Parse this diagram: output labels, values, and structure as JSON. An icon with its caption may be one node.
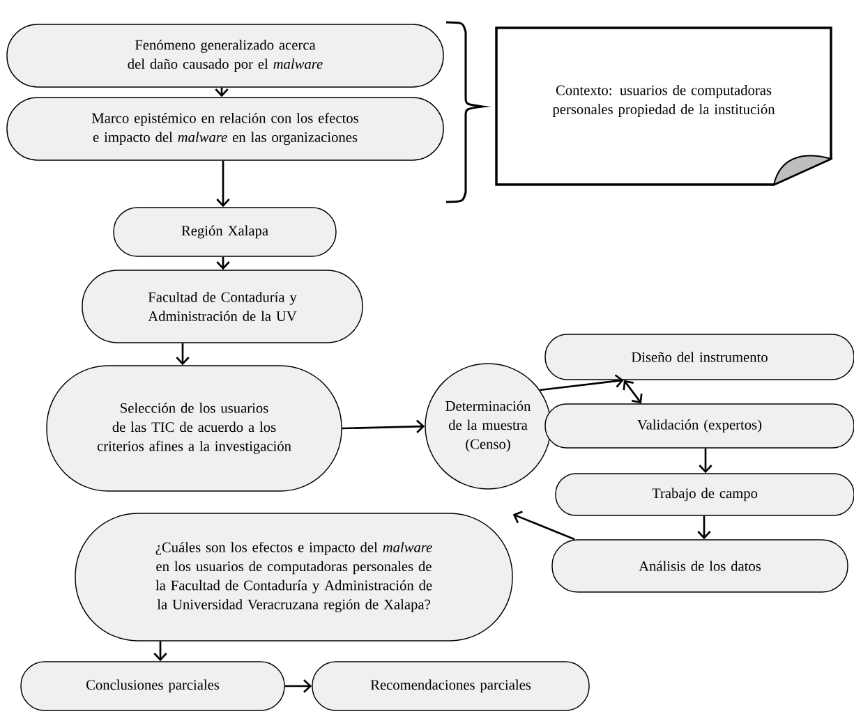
{
  "diagram": {
    "nodes": [
      {
        "text": [
          "Fenómeno generalizado acerca del daño causado por el *malware*"
        ]
      },
      {
        "text": [
          "Marco epistémico en relación con los efectos e impacto del *malware* en las organizaciones"
        ]
      },
      {
        "text": [
          "Contexto: usuarios de computadoras personales propiedad de la institución"
        ]
      },
      {
        "text": [
          "Región Xalapa"
        ]
      },
      {
        "text": [
          "Facultad de Contaduría y Administración de la UV"
        ]
      },
      {
        "text": [
          "Selección de los usuarios de las TIC de acuerdo a los criterios afines a la investigación"
        ]
      },
      {
        "text": [
          "Determinación de la muestra (Censo)"
        ]
      },
      {
        "text": [
          "Diseño del instrumento"
        ]
      },
      {
        "text": [
          "Validación (expertos)"
        ]
      },
      {
        "text": [
          "Trabajo de campo"
        ]
      },
      {
        "text": [
          "Análisis de los datos"
        ]
      },
      {
        "text": [
          "¿Cuáles son los efectos e impacto del *malware* en los usuarios de computadoras personales de la Facultad de Contaduría y Administración de la Universidad Veracruzana región de Xalapa?"
        ]
      },
      {
        "text": [
          "Conclusiones parciales"
        ]
      },
      {
        "text": [
          "Recomendaciones parciales"
        ]
      }
    ],
    "edges": [
      {
        "from": 0,
        "to": 1,
        "arrow": "to"
      },
      {
        "from": 1,
        "to": 3,
        "arrow": "to"
      },
      {
        "from": 3,
        "to": 4,
        "arrow": "to"
      },
      {
        "from": 4,
        "to": 5,
        "arrow": "to"
      },
      {
        "from": 5,
        "to": 6,
        "arrow": "to"
      },
      {
        "from": 6,
        "to": 7,
        "arrow": "to"
      },
      {
        "from": 7,
        "to": 8,
        "arrow": "both"
      },
      {
        "from": 8,
        "to": 9,
        "arrow": "to"
      },
      {
        "from": 9,
        "to": 10,
        "arrow": "to"
      },
      {
        "from": 10,
        "to": 11,
        "arrow": "to"
      },
      {
        "from": 11,
        "to": 12,
        "arrow": "to"
      },
      {
        "from": 12,
        "to": 13,
        "arrow": "to"
      }
    ]
  }
}
